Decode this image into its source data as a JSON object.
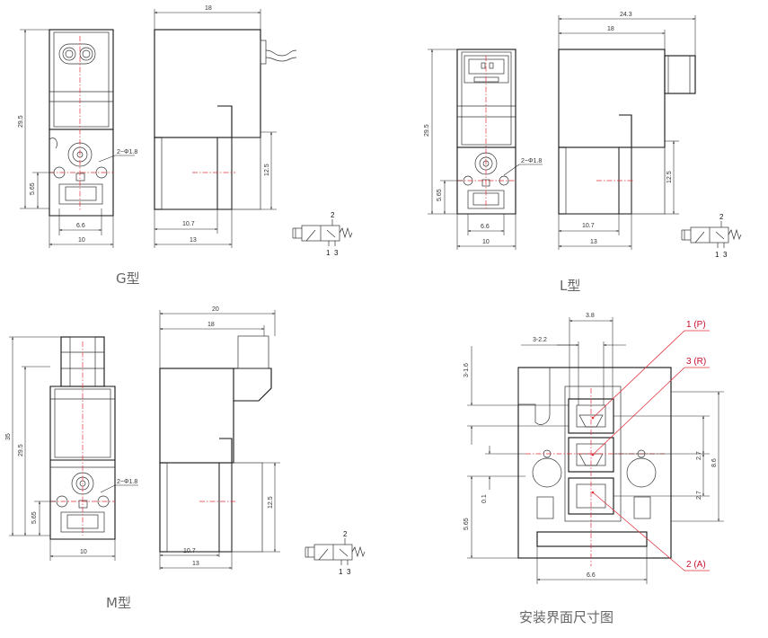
{
  "views": {
    "g": {
      "caption": "G型",
      "height_29_5": "29.5",
      "height_5_65": "5.65",
      "width_6_6": "6.6",
      "width_10": "10",
      "hole_note": "2~Φ1.8",
      "side_18": "18",
      "side_12_5": "12.5",
      "side_10_7": "10.7",
      "side_13": "13"
    },
    "l": {
      "caption": "L型",
      "height_29_5": "29.5",
      "height_5_65": "5.65",
      "width_6_6": "6.6",
      "width_10": "10",
      "hole_note": "2~Φ1.8",
      "side_24_3": "24.3",
      "side_18": "18",
      "side_12_5": "12.5",
      "side_10_7": "10.7",
      "side_13": "13"
    },
    "m": {
      "caption": "M型",
      "height_35": "35",
      "height_29_5": "29.5",
      "height_5_65": "5.65",
      "width_10": "10",
      "hole_note": "2~Φ1.8",
      "side_20": "20",
      "side_18": "18",
      "side_12_5": "12.5",
      "side_10_7": "10.7",
      "side_13": "13"
    },
    "mount": {
      "caption": "安装界面尺寸图",
      "d_3_8": "3.8",
      "d_3_2_2": "3-2.2",
      "d_3_1_6": "3-1.6",
      "d_2_7_a": "2.7",
      "d_2_7_b": "2.7",
      "d_8_6": "8.6",
      "d_0_1": "0.1",
      "d_5_65": "5.65",
      "d_6_6": "6.6",
      "port_p": "1 (P)",
      "port_r": "3 (R)",
      "port_a": "2 (A)"
    }
  },
  "symbol": {
    "port_2": "2",
    "port_1": "1",
    "port_3": "3"
  },
  "colors": {
    "line": "#111111",
    "accent": "#e0303a",
    "caption": "#666666"
  }
}
